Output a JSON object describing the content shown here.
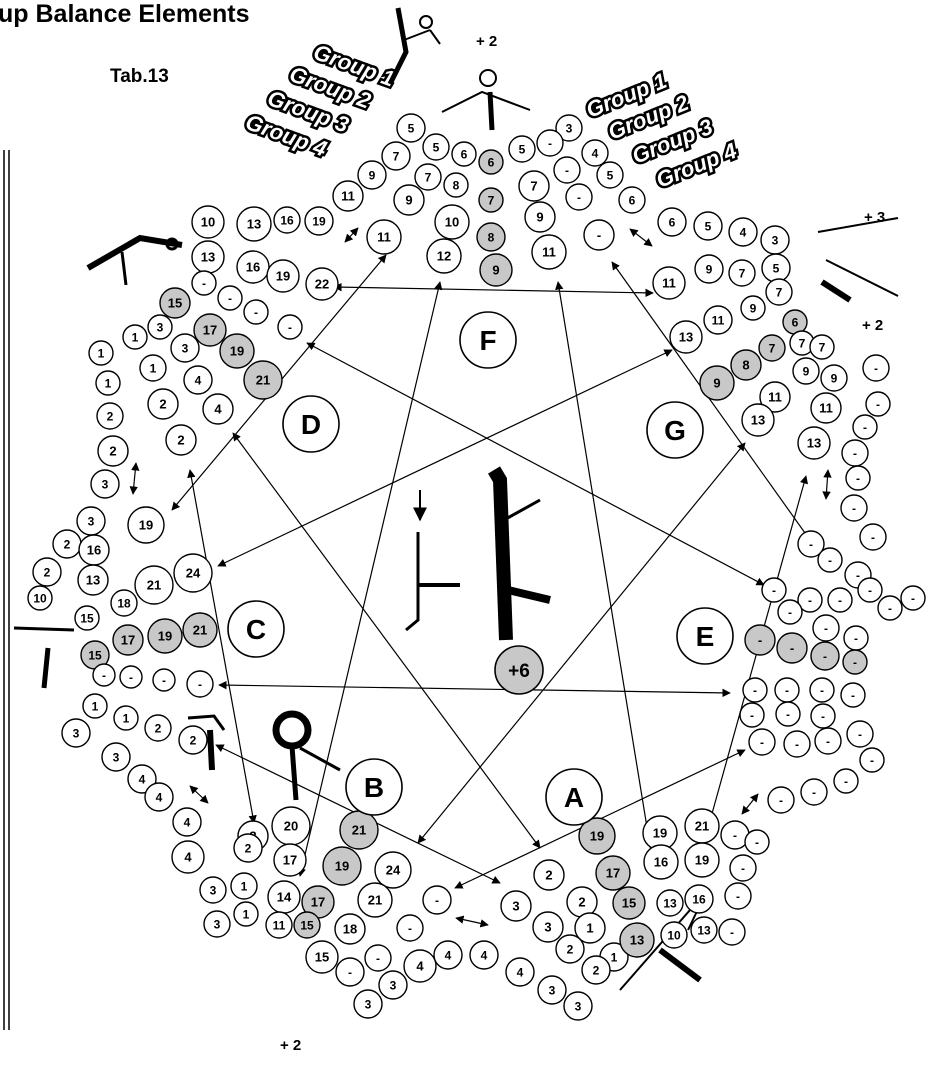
{
  "title": "up Balance Elements",
  "table_label": "Tab.13",
  "group_labels": [
    "Group 1",
    "Group 2",
    "Group 3",
    "Group 4"
  ],
  "center_bonus": "+6",
  "figure_bonuses": [
    "+ 2",
    "+ 3",
    "+ 2",
    "+ 2"
  ],
  "nodes": [
    "A",
    "B",
    "C",
    "D",
    "E",
    "F",
    "G"
  ],
  "colors": {
    "shaded": "#c8c8c8",
    "plain": "#ffffff",
    "ink": "#000000"
  }
}
